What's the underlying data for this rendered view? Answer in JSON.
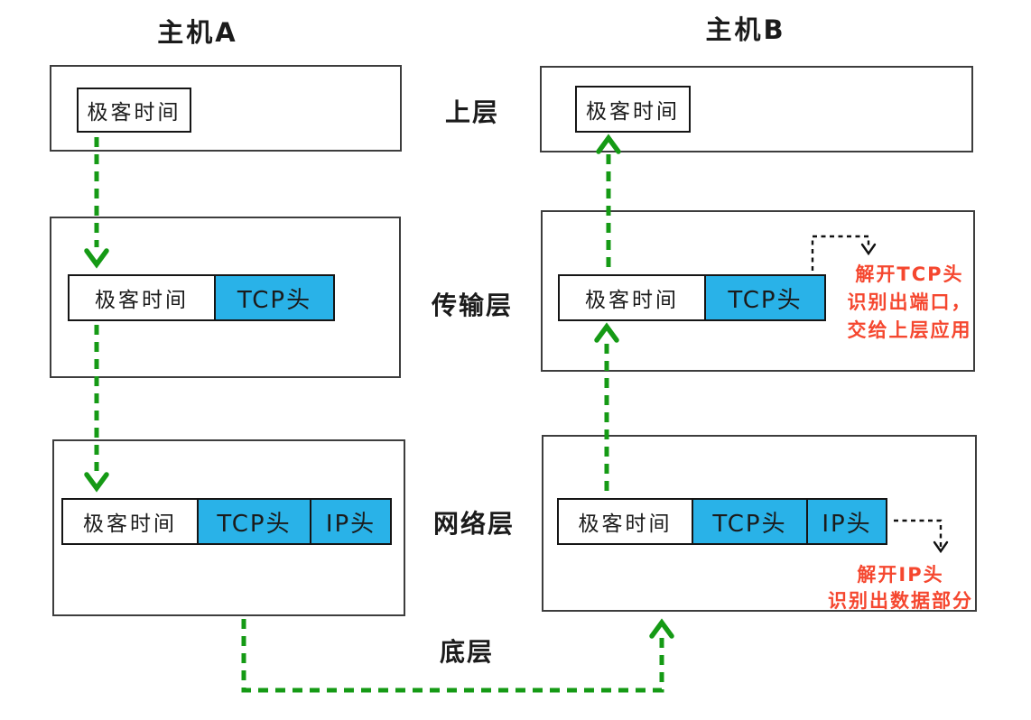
{
  "hosts": {
    "a": "主机A",
    "b": "主机B"
  },
  "layers": [
    "上层",
    "传输层",
    "网络层",
    "底层"
  ],
  "labels": {
    "data": "极客时间",
    "tcp_header": "TCP头",
    "ip_header": "IP头"
  },
  "annotations": {
    "tcp_unpack": [
      "解开TCP头",
      "识别出端口，",
      "交给上层应用"
    ],
    "ip_unpack": [
      "解开IP头",
      "识别出数据部分"
    ]
  },
  "colors": {
    "header_fill": "#29B2E8",
    "arrow_green": "#159A15",
    "annotation_red": "#F5472F",
    "box_border": "#3D3D3D",
    "dotted_black": "#111111"
  }
}
